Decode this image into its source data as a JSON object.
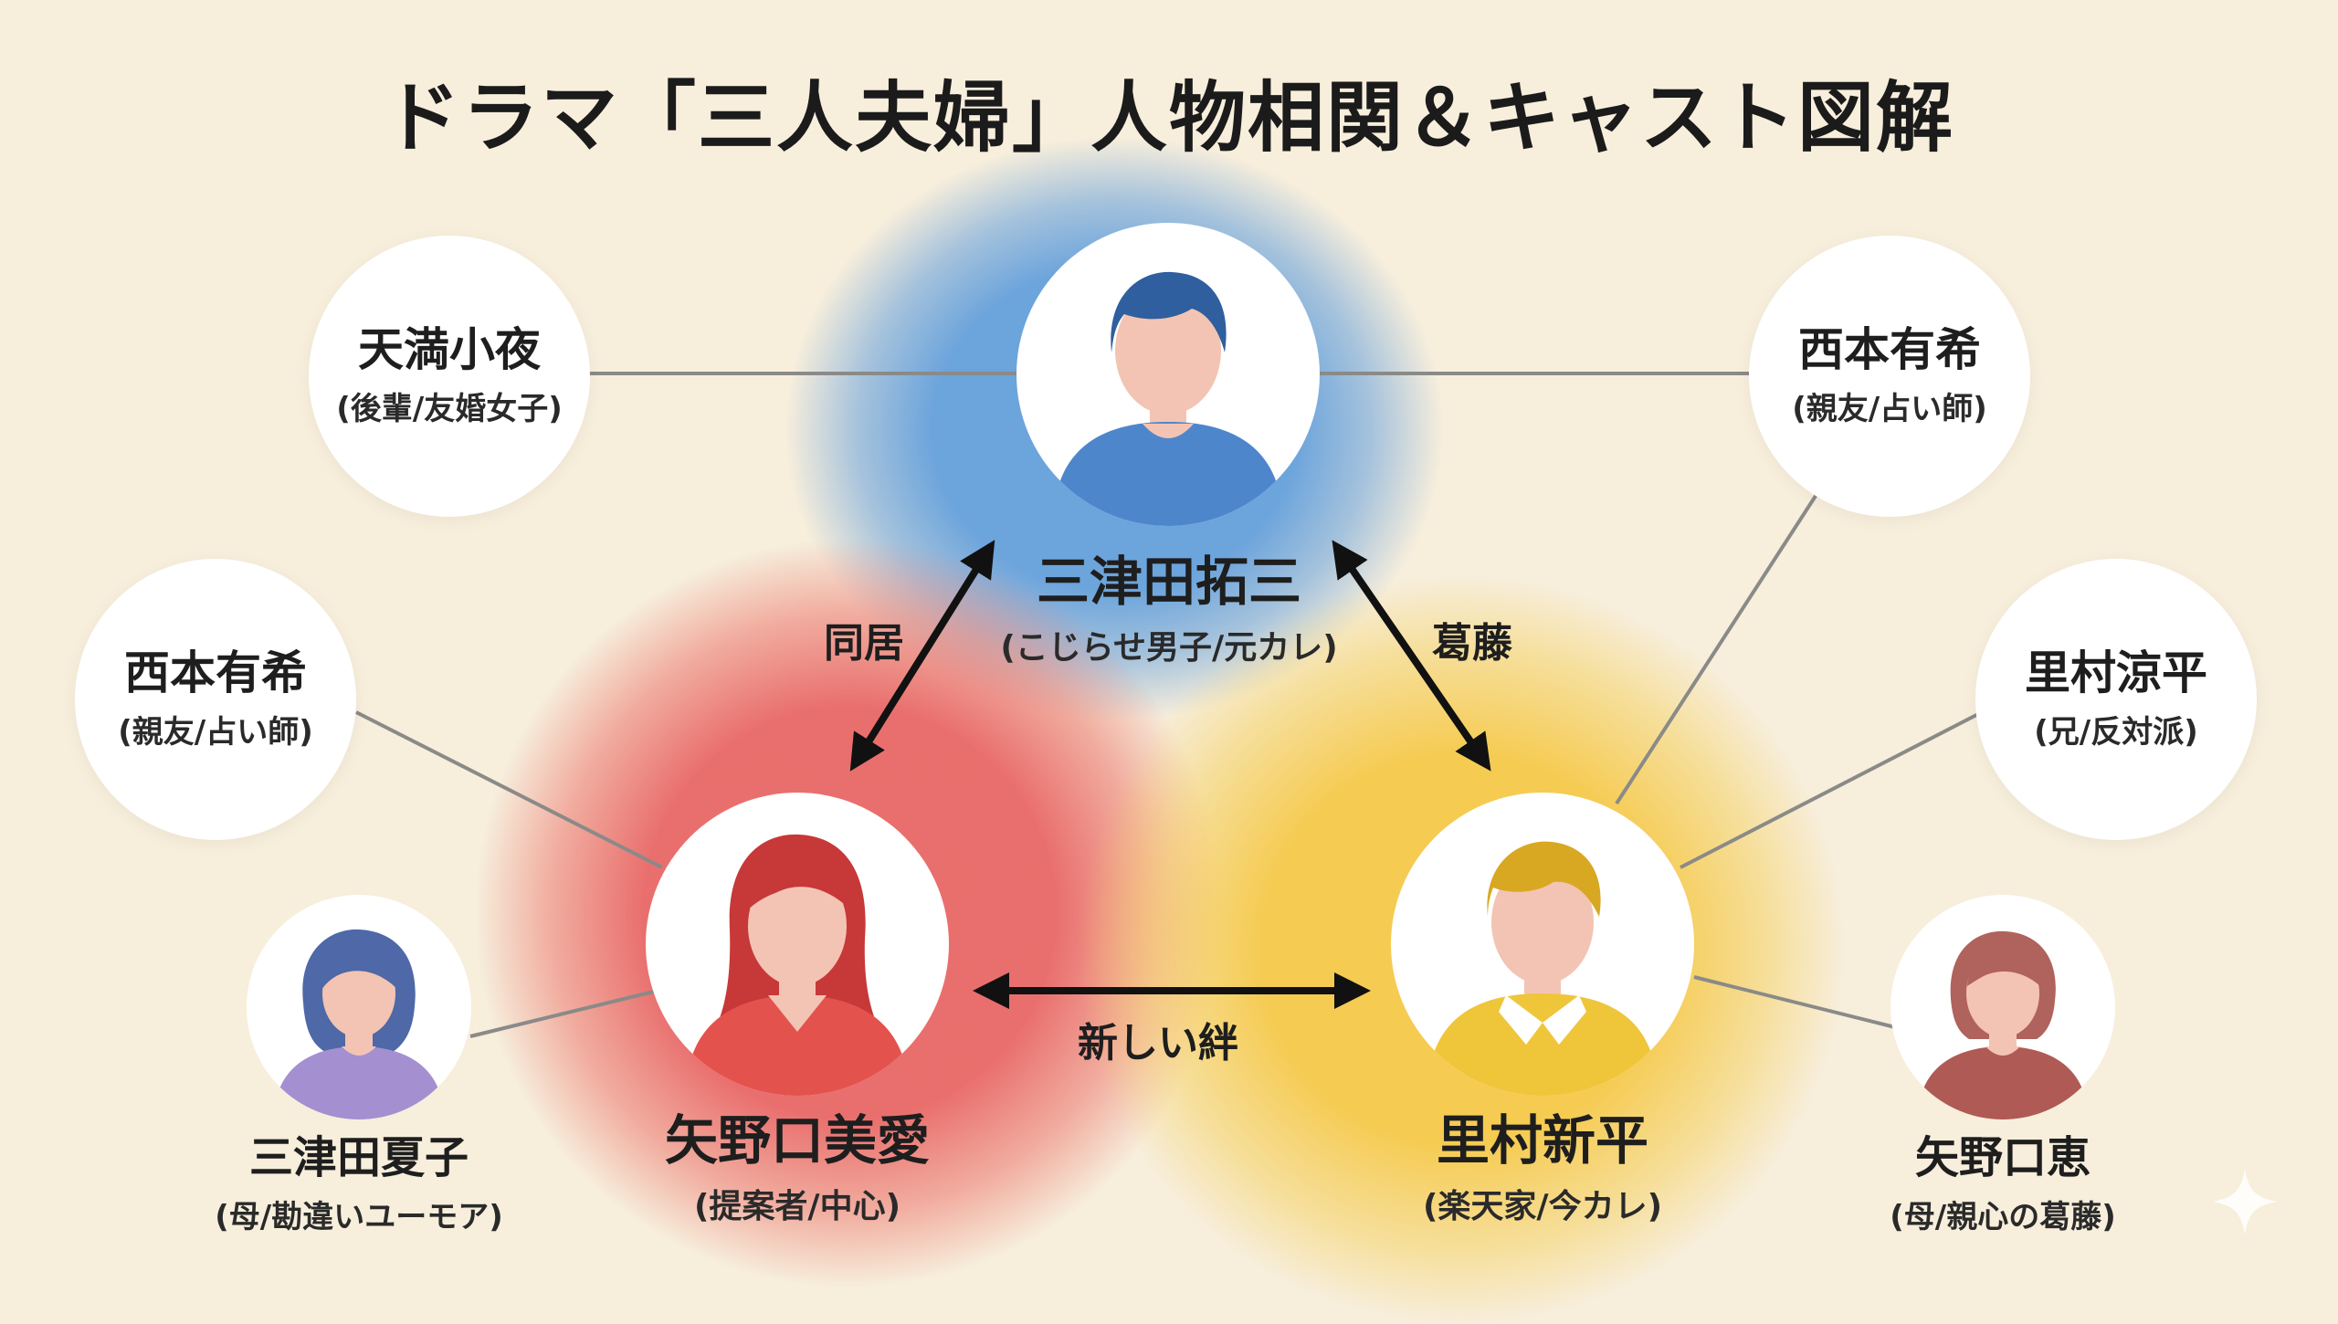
{
  "title": "ドラマ「三人夫婦」人物相関＆キャスト図解",
  "main_characters": {
    "takuzo": {
      "name": "三津田拓三",
      "role": "(こじらせ男子/元カレ)",
      "color": "#4e86cc",
      "hair": "#2f5f9e"
    },
    "miai": {
      "name": "矢野口美愛",
      "role": "(提案者/中心)",
      "color": "#e4524d",
      "hair": "#c73838"
    },
    "shinpei": {
      "name": "里村新平",
      "role": "(楽天家/今カレ)",
      "color": "#efc53a",
      "hair": "#d8a823"
    }
  },
  "relations": {
    "takuzo_miai": "同居",
    "takuzo_shinpei": "葛藤",
    "miai_shinpei": "新しい絆"
  },
  "side_characters": {
    "sayo": {
      "name": "天満小夜",
      "role": "(後輩/友婚女子)"
    },
    "yuki_right": {
      "name": "西本有希",
      "role": "(親友/占い師)"
    },
    "yuki_left": {
      "name": "西本有希",
      "role": "(親友/占い師)"
    },
    "ryohei": {
      "name": "里村涼平",
      "role": "(兄/反対派)"
    },
    "natsuko": {
      "name": "三津田夏子",
      "role": "(母/勘違いユーモア)",
      "color": "#a48fd0",
      "hair": "#4e68a8"
    },
    "megumi": {
      "name": "矢野口恵",
      "role": "(母/親心の葛藤)",
      "color": "#b05a55",
      "hair": "#b0625c"
    }
  }
}
